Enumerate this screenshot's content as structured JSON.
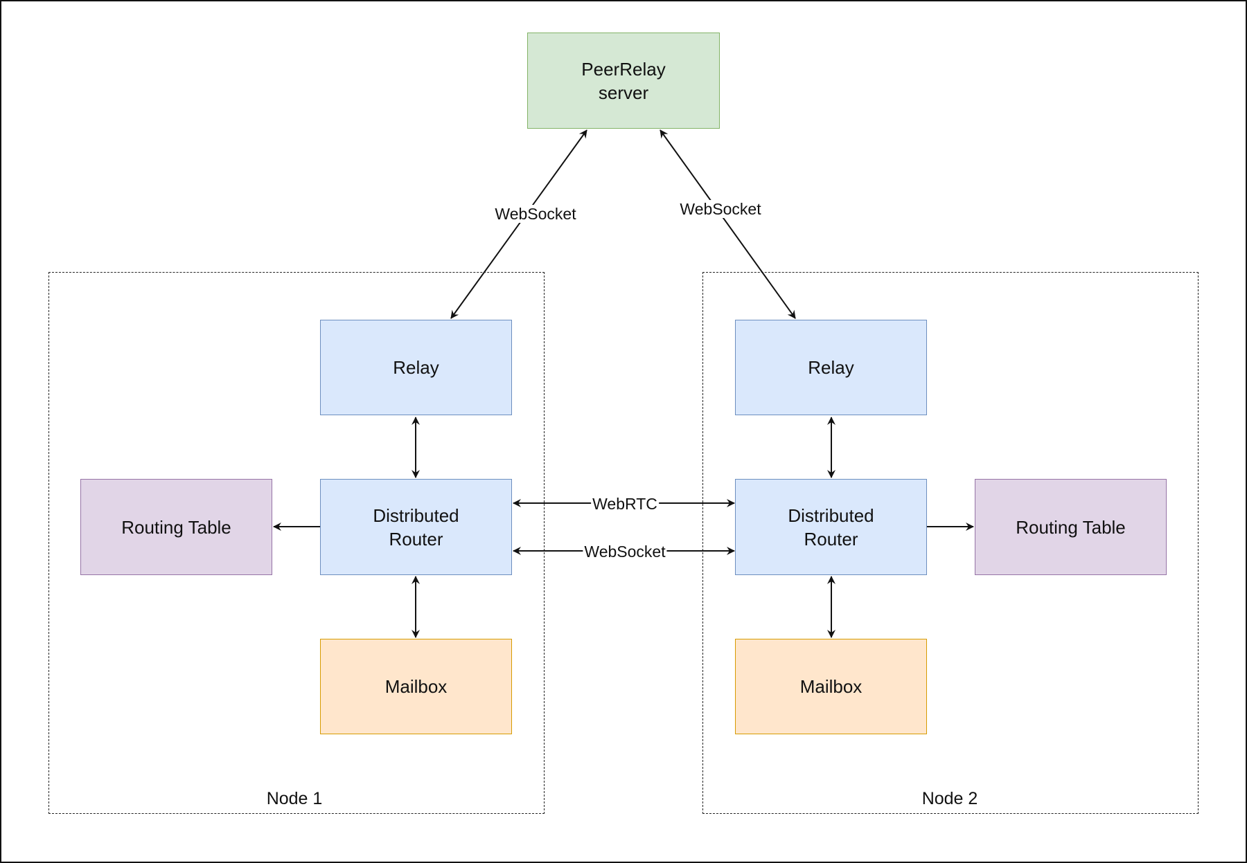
{
  "diagram": {
    "server": {
      "line1": "PeerRelay",
      "line2": "server"
    },
    "node1": {
      "label": "Node 1",
      "relay": "Relay",
      "router": {
        "line1": "Distributed",
        "line2": "Router"
      },
      "routing_table": "Routing Table",
      "mailbox": "Mailbox"
    },
    "node2": {
      "label": "Node 2",
      "relay": "Relay",
      "router": {
        "line1": "Distributed",
        "line2": "Router"
      },
      "routing_table": "Routing Table",
      "mailbox": "Mailbox"
    },
    "edges": {
      "server_node1": "WebSocket",
      "server_node2": "WebSocket",
      "router_webrtc": "WebRTC",
      "router_websocket": "WebSocket"
    },
    "colors": {
      "server_fill": "#d5e8d4",
      "server_stroke": "#82b366",
      "component_fill": "#dae8fc",
      "component_stroke": "#6c8ebf",
      "routing_table_fill": "#e1d5e7",
      "routing_table_stroke": "#9673a6",
      "mailbox_fill": "#ffe6cc",
      "mailbox_stroke": "#d79b00"
    }
  }
}
